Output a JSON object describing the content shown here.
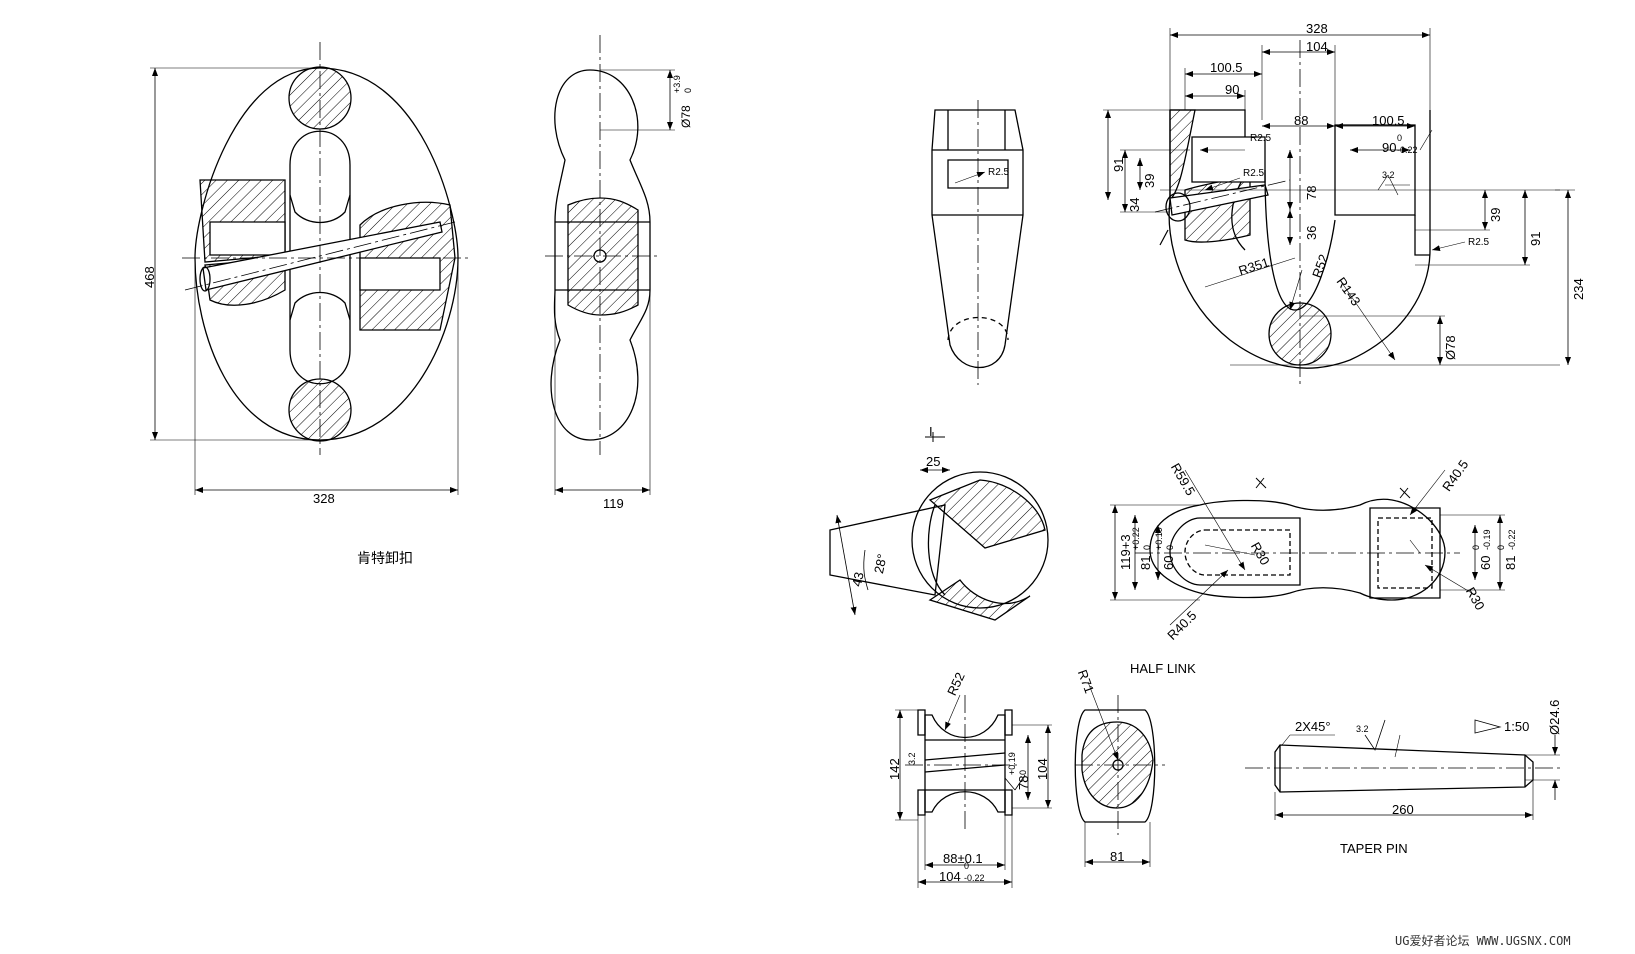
{
  "drawing": {
    "caption_cn": "肯特卸扣",
    "half_link_title": "HALF LINK",
    "taper_pin_title": "TAPER PIN",
    "watermark": "UG爱好者论坛 WWW.UGSNX.COM",
    "detail_mark": "I"
  },
  "dims": {
    "front_height": "468",
    "front_width": "328",
    "side_width": "119",
    "side_dia": "Ø78",
    "side_dia_tol": "+3.9",
    "side_dia_tol_low": "0",
    "end_r25": "R2.5",
    "top_328": "328",
    "top_104": "104",
    "top_1005a": "100.5",
    "top_90": "90",
    "top_88": "88",
    "top_1005b": "100.5",
    "top_90b": "90",
    "top_90b_tol": "0",
    "top_90b_tol_low": "-0.22",
    "r25_a": "R2.5",
    "r25_b": "R2.5",
    "r25_c": "R2.5",
    "v91_left": "91",
    "v39_left": "39",
    "v34_left": "34",
    "v78_mid": "78",
    "v36_mid": "36",
    "v39_right": "39",
    "v91_right": "91",
    "v234": "234",
    "r351": "R351",
    "r52": "R52",
    "r143": "R143",
    "dia78": "Ø78",
    "rough_32": "3.2",
    "det_25": "25",
    "det_28": "28°",
    "det_43": "43",
    "hl_r595": "R59.5",
    "hl_r405a": "R40.5",
    "hl_r405b": "R40.5",
    "hl_r30a": "R30",
    "hl_r30b": "R30",
    "hl_1193": "119+3",
    "hl_81": "81",
    "hl_81_tol": "+0.22",
    "hl_81_tol_low": "0",
    "hl_60": "60",
    "hl_60_tol": "+0.19",
    "hl_60_tol_low": "0",
    "hl_60r": "60",
    "hl_60r_tol": "0",
    "hl_60r_tol_low": "-0.19",
    "hl_81r": "81",
    "hl_81r_tol": "0",
    "hl_81r_tol_low": "-0.22",
    "st_r52": "R52",
    "st_142": "142",
    "st_78": "78",
    "st_78_tol": "+0.19",
    "st_78_tol_low": "0",
    "st_104": "104",
    "st_88": "88±0.1",
    "st_104b": "104",
    "st_104b_tol": "0",
    "st_104b_tol_low": "-0.22",
    "st_32": "3.2",
    "sc_r71": "R71",
    "sc_81": "81",
    "tp_chamfer": "2X45°",
    "tp_32": "3.2",
    "tp_taper": "1:50",
    "tp_dia": "Ø24.6",
    "tp_len": "260"
  }
}
